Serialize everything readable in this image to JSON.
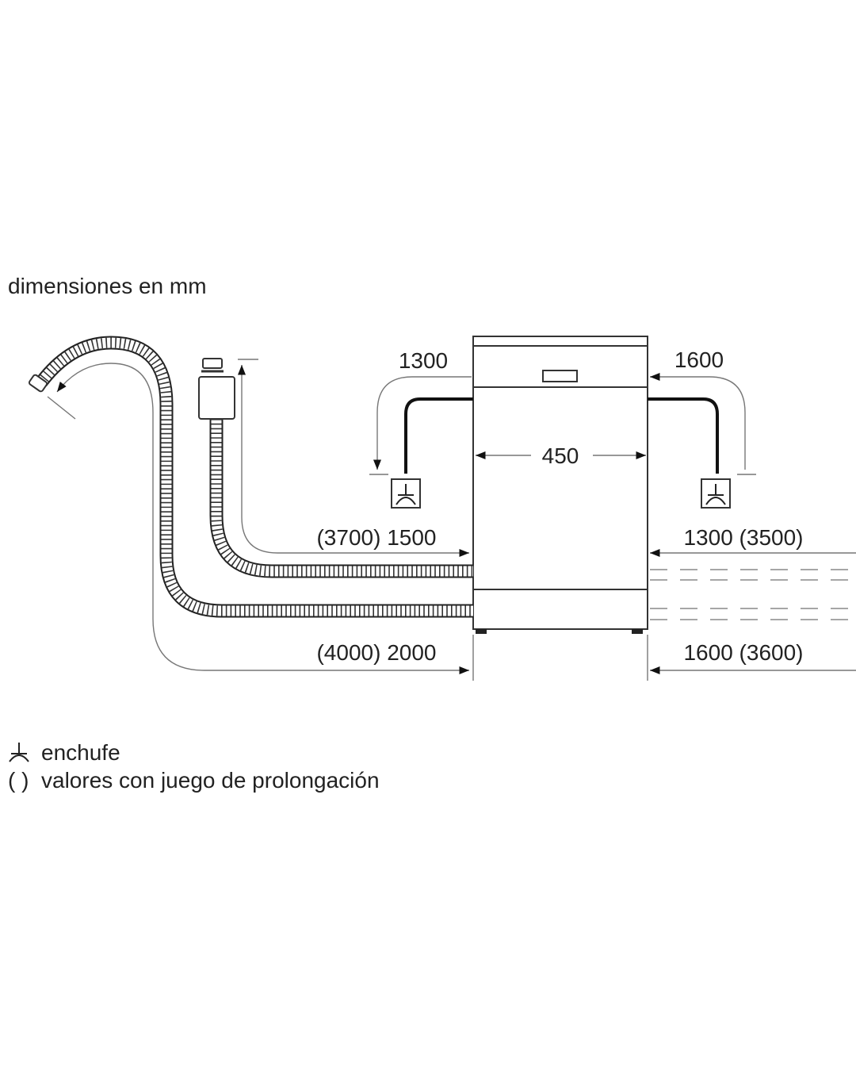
{
  "title": "dimensiones en mm",
  "dimensions": {
    "width": "450",
    "power_left": "1300",
    "power_right": "1600",
    "inlet_left": "(3700) 1500",
    "inlet_right": "1300 (3500)",
    "drain_left": "(4000) 2000",
    "drain_right": "1600 (3600)"
  },
  "legend": {
    "plug_label": "enchufe",
    "parens_symbol": "( )",
    "parens_label": "valores con juego de prolongación"
  }
}
